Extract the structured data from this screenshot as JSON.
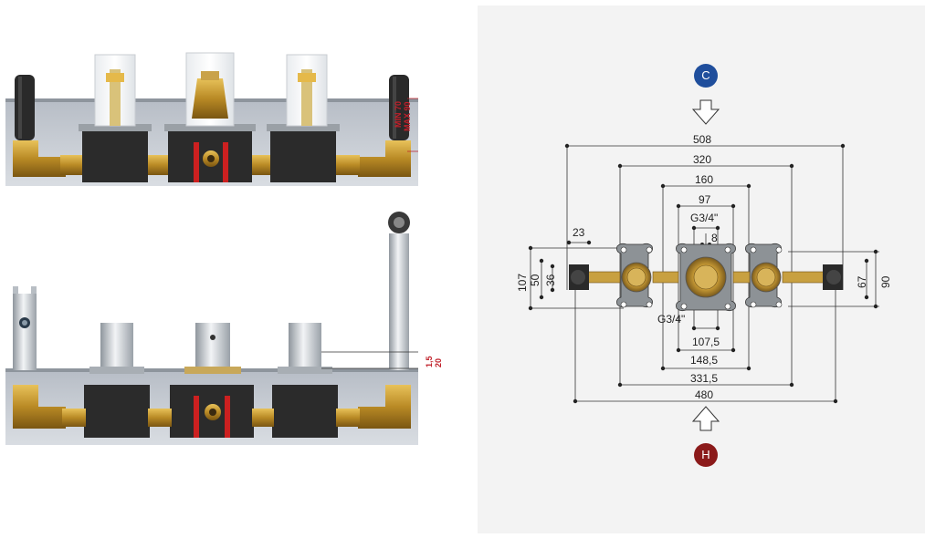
{
  "top_view": {
    "min_label": "MIN 70",
    "max_label": "MAX 90"
  },
  "bottom_view": {
    "dim_small": "1,5",
    "dim_large": "20"
  },
  "schematic": {
    "cold_label": "C",
    "hot_label": "H",
    "colors": {
      "cold": "#1f4e9c",
      "hot": "#8b1a1a",
      "brass": "#c8a040",
      "dim_text": "#222222",
      "red_dim": "#c0202a"
    },
    "dims": {
      "w508": "508",
      "w320": "320",
      "w160": "160",
      "w97": "97",
      "thread_top": "G3/4\"",
      "d8": "8",
      "d23": "23",
      "h107": "107",
      "h50": "50",
      "h36": "36",
      "h67": "67",
      "h90": "90",
      "thread_bottom": "G3/4\"",
      "w107_5": "107,5",
      "w148_5": "148,5",
      "w331_5": "331,5",
      "w480": "480"
    }
  }
}
